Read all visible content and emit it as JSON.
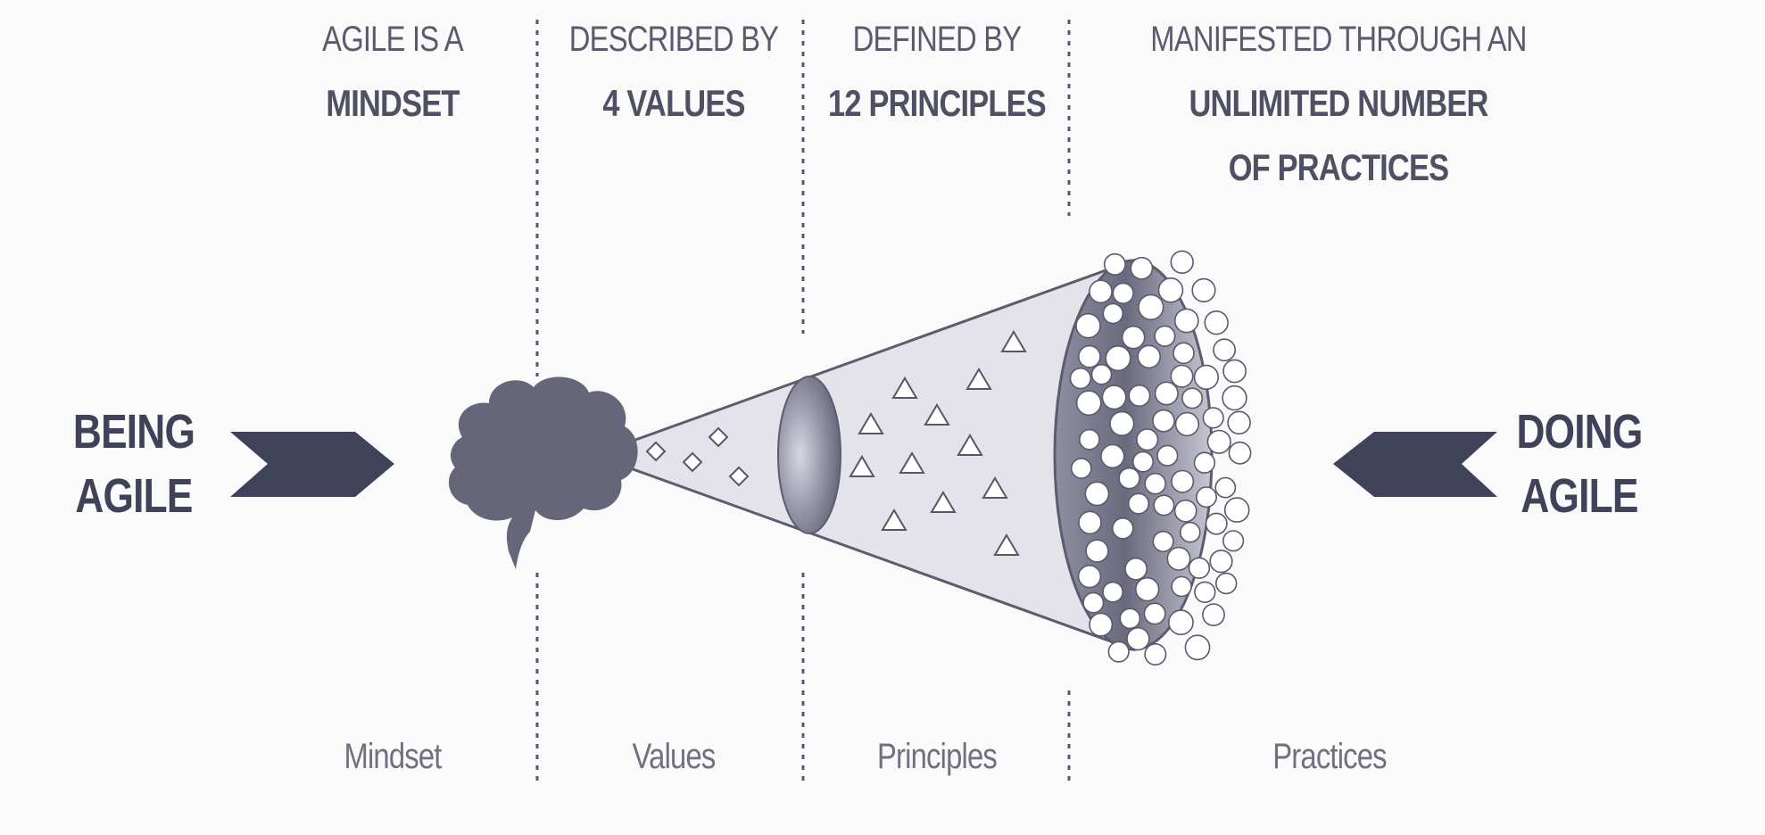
{
  "headers": [
    {
      "light": "AGILE IS A",
      "bold": "MINDSET"
    },
    {
      "light": "DESCRIBED BY",
      "bold": "4 VALUES"
    },
    {
      "light": "DEFINED BY",
      "bold": "12 PRINCIPLES"
    },
    {
      "light": "MANIFESTED THROUGH AN",
      "bold": "UNLIMITED NUMBER",
      "bold2": "OF PRACTICES"
    }
  ],
  "left_label": {
    "line1": "BEING",
    "line2": "AGILE"
  },
  "right_label": {
    "line1": "DOING",
    "line2": "AGILE"
  },
  "bottom_labels": [
    "Mindset",
    "Values",
    "Principles",
    "Practices"
  ],
  "icons": {
    "brain": "brain-icon",
    "value": "diamond-icon",
    "principle": "triangle-icon",
    "practice": "circle-icon"
  },
  "colors": {
    "background": "#fafafa",
    "dark": "#40425a",
    "text": "#5a5b6e",
    "cone_fill": "#e4e3ea",
    "brain": "#66667a"
  }
}
